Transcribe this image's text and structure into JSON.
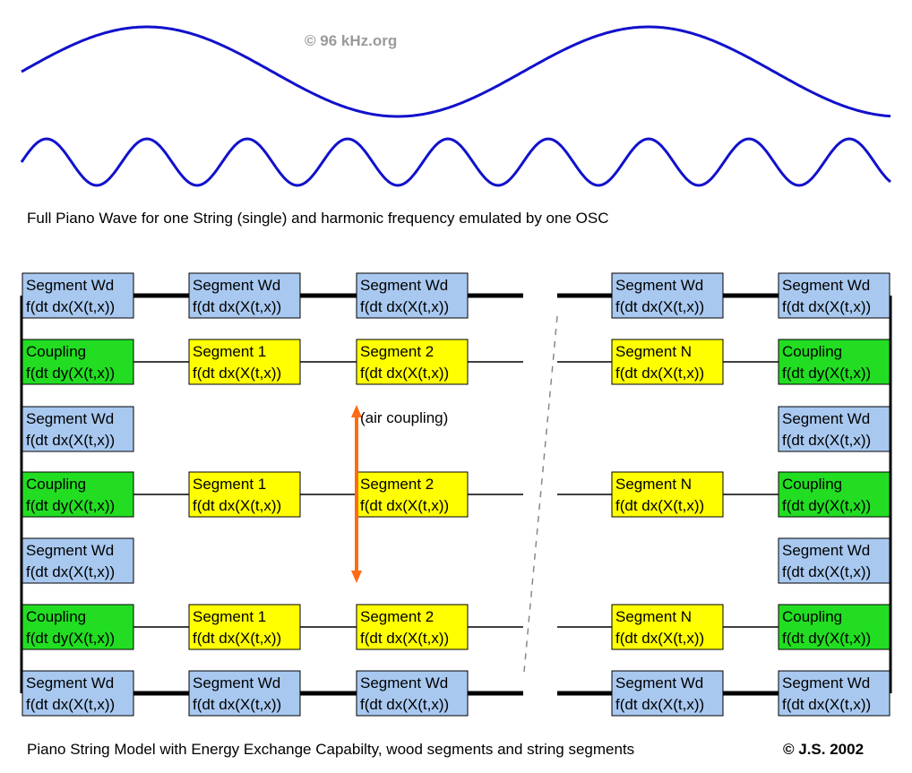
{
  "watermark": "© 96 kHz.org",
  "top_caption": "Full Piano Wave for one String (single) and harmonic frequency emulated by one OSC",
  "bottom_caption": "Piano String Model with Energy Exchange Capabilty, wood segments and string segments",
  "copyright": "© J.S. 2002",
  "air_coupling_label": "(air coupling)",
  "colors": {
    "wave": "#1111cc",
    "wood": "#a8c8f0",
    "coupling": "#22dd22",
    "string": "#ffff00",
    "arrow": "#ff6a13",
    "line": "#000000",
    "dashed": "#888888"
  },
  "box_types": {
    "wood": {
      "line1": "Segment Wd",
      "line2": "f(dt dx(X(t,x))"
    },
    "coupling": {
      "line1": "Coupling",
      "line2": "f(dt dy(X(t,x))"
    },
    "seg1": {
      "line1": "Segment 1",
      "line2": "f(dt dx(X(t,x))"
    },
    "seg2": {
      "line1": "Segment 2",
      "line2": "f(dt dx(X(t,x))"
    },
    "segN": {
      "line1": "Segment N",
      "line2": "f(dt dx(X(t,x))"
    }
  },
  "grid": [
    [
      "wood",
      "wood",
      "wood",
      "wood",
      "wood"
    ],
    [
      "coupling",
      "seg1",
      "seg2",
      "segN",
      "coupling"
    ],
    [
      "wood",
      "",
      "",
      "",
      "wood"
    ],
    [
      "coupling",
      "seg1",
      "seg2",
      "segN",
      "coupling"
    ],
    [
      "wood",
      "",
      "",
      "",
      "wood"
    ],
    [
      "coupling",
      "seg1",
      "seg2",
      "segN",
      "coupling"
    ],
    [
      "wood",
      "wood",
      "wood",
      "wood",
      "wood"
    ]
  ]
}
